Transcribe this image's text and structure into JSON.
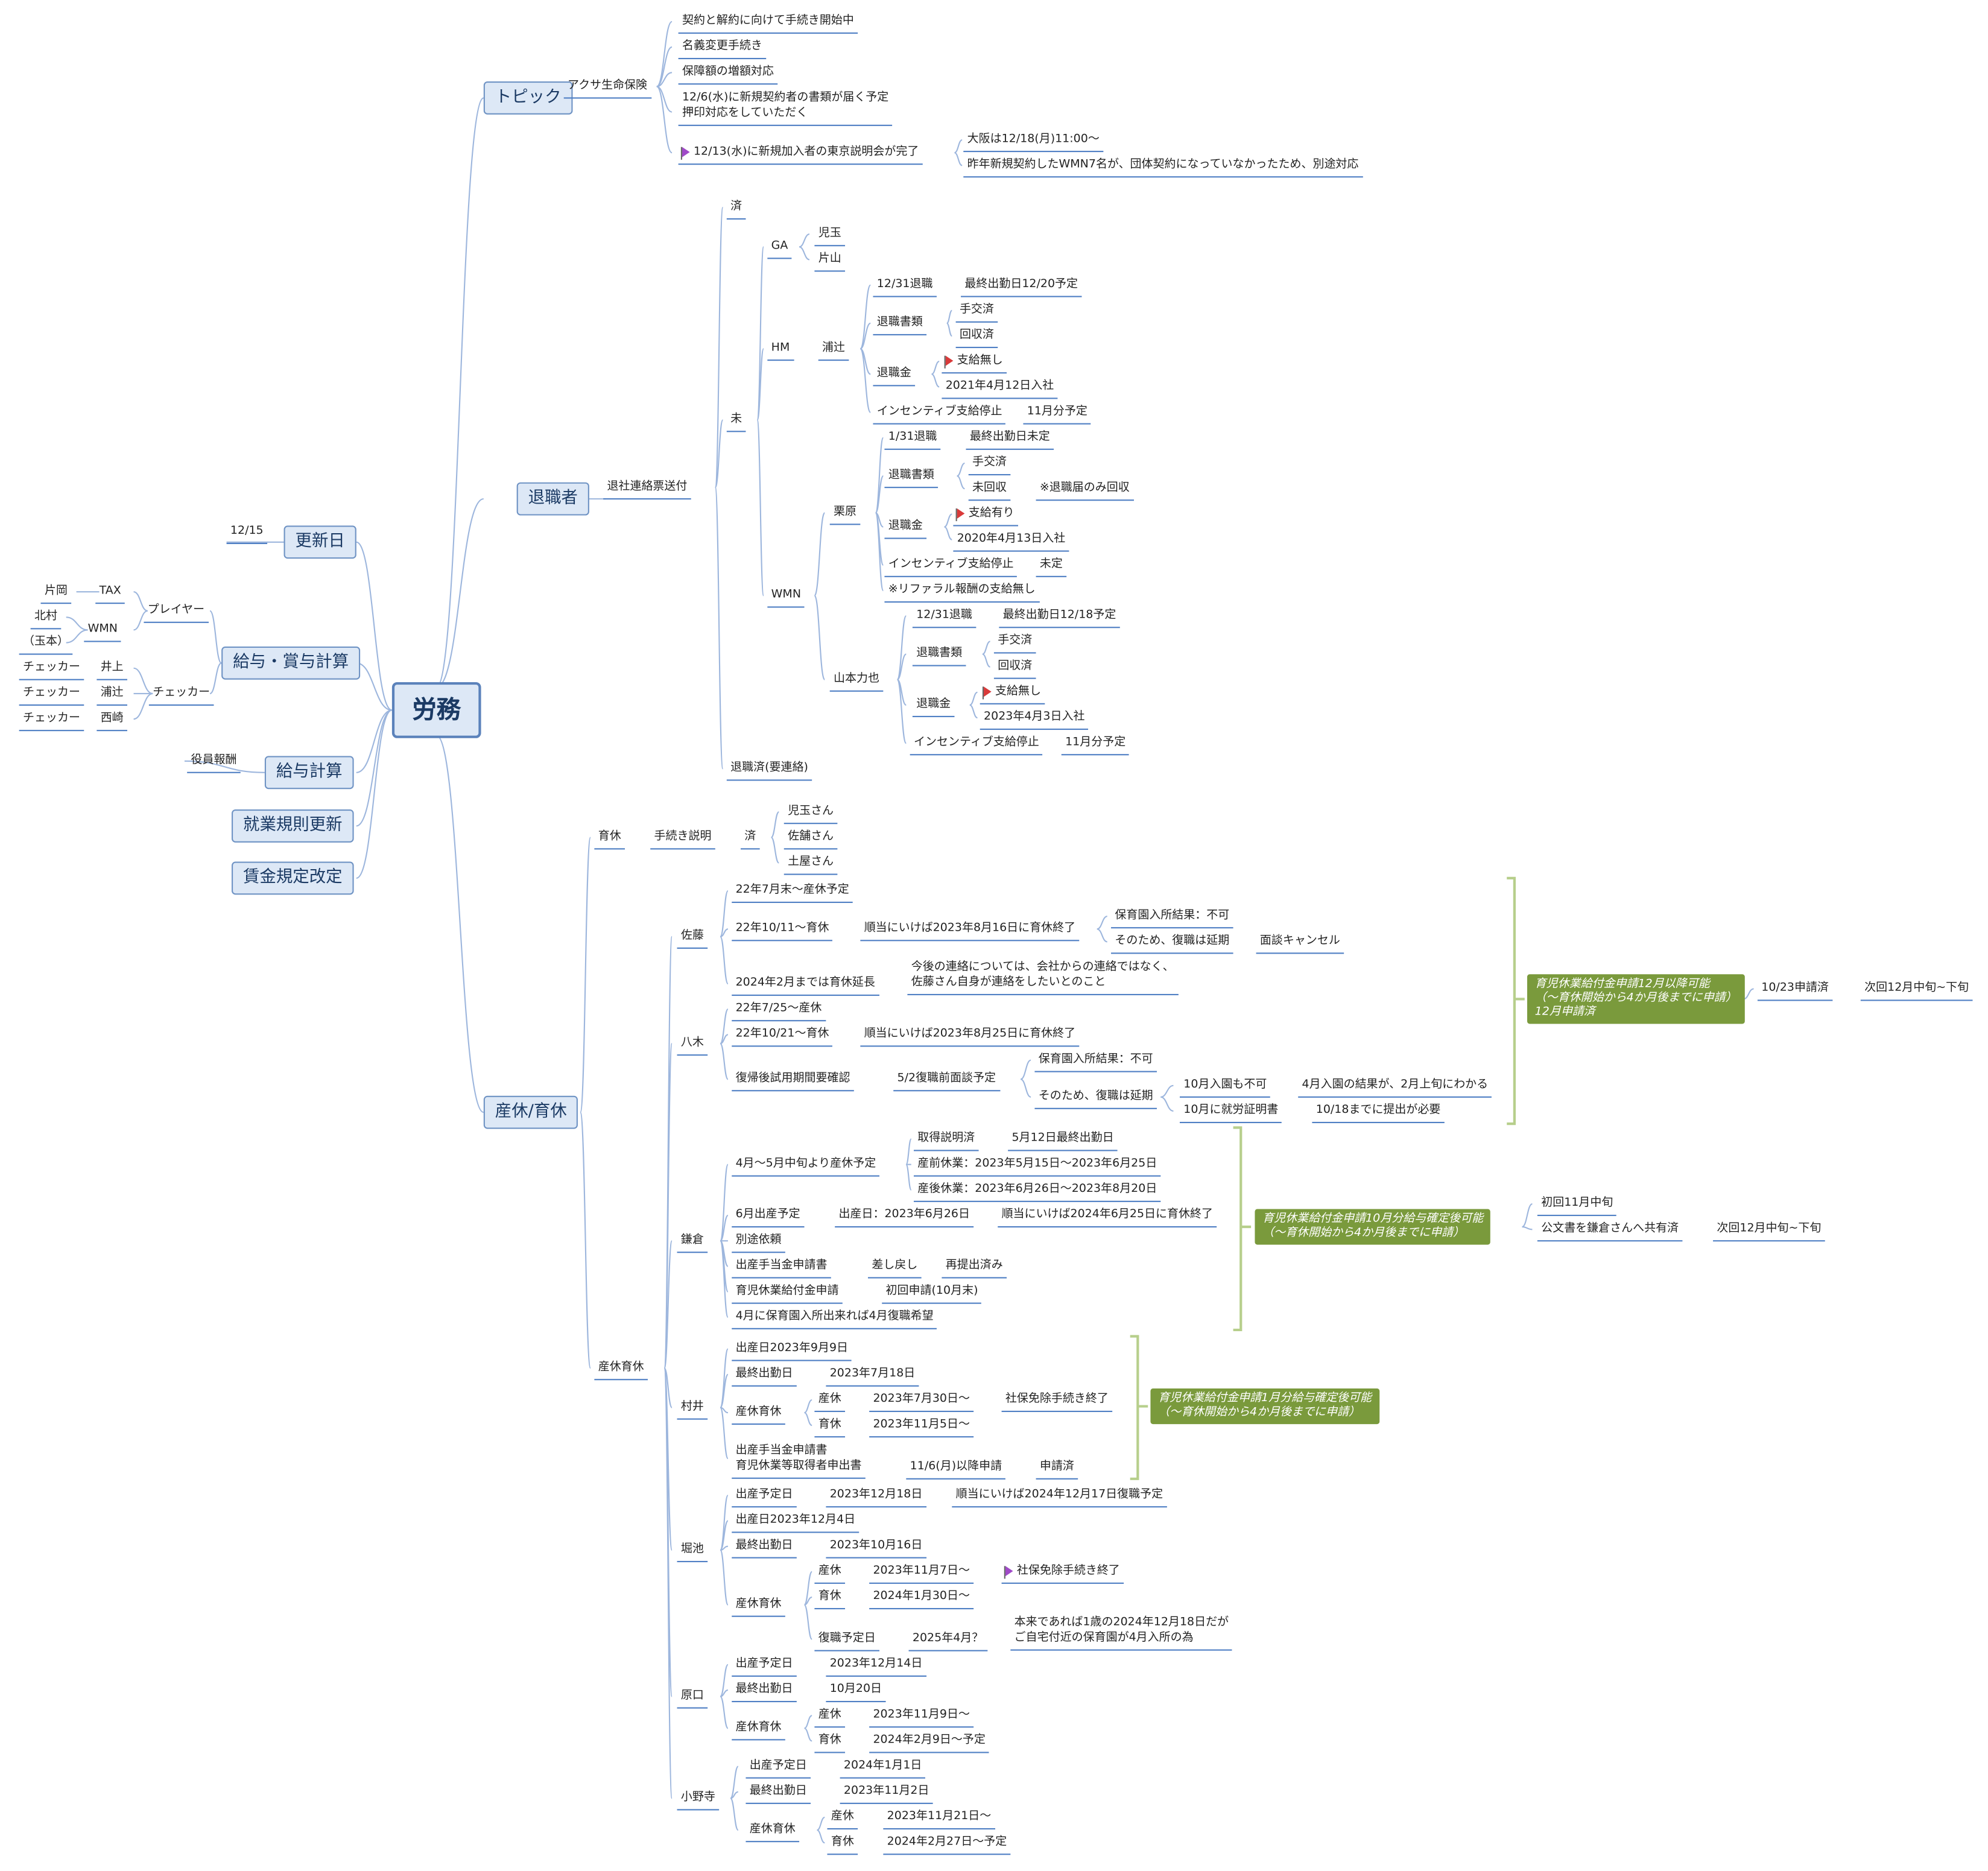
{
  "root": "労務",
  "topics": {
    "topic": "トピック",
    "taishoku": "退職者",
    "sankyu": "産休/育休",
    "koshin": "更新日",
    "kyuyo_shoyo": "給与・賞与計算",
    "kyuyo": "給与計算",
    "shugyo": "就業規則更新",
    "chingin": "賃金規定改定"
  },
  "left": {
    "koshin_date": "12/15",
    "player": "プレイヤー",
    "checker": "チェッカー",
    "tax": "TAX",
    "wmn": "WMN",
    "inoue": "井上",
    "urat": "浦辻",
    "nishizaki": "西崎",
    "kataoka": "片岡",
    "kitamura": "北村",
    "kodama_p": "（玉本）",
    "chk1": "チェッカー",
    "chk2": "チェッカー",
    "chk3": "チェッカー",
    "yakuin": "役員報酬"
  },
  "topic_branch": {
    "axa": "アクサ生命保険",
    "items": [
      "契約と解約に向けて手続き開始中",
      "名義変更手続き",
      "保障額の増額対応",
      "12/6(水)に新規契約者の書類が届く予定\n押印対応をしていただく",
      "12/13(水)に新規加入者の東京説明会が完了"
    ],
    "osaka": "大阪は12/18(月)11:00〜",
    "sakunen": "昨年新規契約したWMN7名が、団体契約になっていなかったため、別途対応"
  },
  "taishoku_branch": {
    "renraku": "退社連絡票送付",
    "zumi": "済",
    "mi": "未",
    "renrakuzumi": "退職済(要連絡)",
    "ga": "GA",
    "kodama": "児玉",
    "katayama": "片山",
    "hm": "HM",
    "urat": "浦辻",
    "u_taishoku": "12/31退職",
    "u_saishu": "最終出勤日12/20予定",
    "u_shorui": "退職書類",
    "u_tekou": "手交済",
    "u_kaishu": "回収済",
    "u_kin": "退職金",
    "u_shikyu": "支給無し",
    "u_nyusha": "2021年4月12日入社",
    "u_incentive": "インセンティブ支給停止",
    "u_nov": "11月分予定",
    "wmn": "WMN",
    "kurihara": "栗原",
    "k_taishoku": "1/31退職",
    "k_saishu": "最終出勤日未定",
    "k_shorui": "退職書類",
    "k_tekou": "手交済",
    "k_mikaishu": "未回収",
    "k_note": "※退職届のみ回収",
    "k_kin": "退職金",
    "k_shikyu": "支給有り",
    "k_nyusha": "2020年4月13日入社",
    "k_incentive": "インセンティブ支給停止",
    "k_mitei": "未定",
    "k_referral": "※リファラル報酬の支給無し",
    "yamamoto": "山本力也",
    "y_taishoku": "12/31退職",
    "y_saishu": "最終出勤日12/18予定",
    "y_shorui": "退職書類",
    "y_tekou": "手交済",
    "y_kaishu": "回収済",
    "y_kin": "退職金",
    "y_shikyu": "支給無し",
    "y_nyusha": "2023年4月3日入社",
    "y_incentive": "インセンティブ支給停止",
    "y_nov": "11月分予定"
  },
  "sankyu_branch": {
    "ikukyu": "育休",
    "tetsuzuki": "手続き説明",
    "zumi": "済",
    "kodama": "児玉さん",
    "sashika": "佐舗さん",
    "tsuchiya": "土屋さん",
    "sankyu_ikukyu": "産休育休",
    "sato": "佐藤",
    "sato_1": "22年7月末〜産休予定",
    "sato_2": "22年10/11〜育休",
    "sato_2a": "順当にいけば2023年8月16日に育休終了",
    "sato_2b": "保育園入所結果：不可",
    "sato_2c": "そのため、復職は延期",
    "sato_2d": "面談キャンセル",
    "sato_3": "2024年2月までは育休延長",
    "sato_3a": "今後の連絡については、会社からの連絡ではなく、\n佐藤さん自身が連絡をしたいとのこと",
    "yagi": "八木",
    "yagi_1": "22年7/25〜産休",
    "yagi_2": "22年10/21〜育休",
    "yagi_2a": "順当にいけば2023年8月25日に育休終了",
    "yagi_3": "復帰後試用期間要確認",
    "yagi_3a": "5/2復職前面談予定",
    "yagi_3b": "保育園入所結果：不可",
    "yagi_3c": "そのため、復職は延期",
    "yagi_3d": "10月入園も不可",
    "yagi_3e": "4月入園の結果が、2月上旬にわかる",
    "yagi_3f": "10月に就労証明書",
    "yagi_3g": "10/18までに提出が必要",
    "kamakura": "鎌倉",
    "kama_1": "4月〜5月中旬より産休予定",
    "kama_1a": "取得説明済",
    "kama_1b": "5月12日最終出勤日",
    "kama_1c": "産前休業：2023年5月15日〜2023年6月25日",
    "kama_1d": "産後休業：2023年6月26日〜2023年8月20日",
    "kama_2": "6月出産予定",
    "kama_2a": "出産日：2023年6月26日",
    "kama_2b": "順当にいけば2024年6月25日に育休終了",
    "kama_3": "別途依頼",
    "kama_4": "出産手当金申請書",
    "kama_4a": "差し戻し",
    "kama_4b": "再提出済み",
    "kama_5": "育児休業給付金申請",
    "kama_5a": "初回申請(10月末)",
    "kama_6": "4月に保育園入所出来れば4月復職希望",
    "murai": "村井",
    "murai_1": "出産日2023年9月9日",
    "murai_2": "最終出勤日",
    "murai_2a": "2023年7月18日",
    "murai_3": "産休育休",
    "murai_3a": "産休",
    "murai_3b": "2023年7月30日〜",
    "murai_3c": "社保免除手続き終了",
    "murai_3d": "育休",
    "murai_3e": "2023年11月5日〜",
    "murai_4": "出産手当金申請書\n育児休業等取得者申出書",
    "murai_4a": "11/6(月)以降申請",
    "murai_4b": "申請済",
    "horiike": "堀池",
    "hori_1": "出産予定日",
    "hori_1a": "2023年12月18日",
    "hori_1b": "順当にいけば2024年12月17日復職予定",
    "hori_2": "出産日2023年12月4日",
    "hori_3": "最終出勤日",
    "hori_3a": "2023年10月16日",
    "hori_4": "産休育休",
    "hori_4a": "産休",
    "hori_4b": "2023年11月7日〜",
    "hori_4c": "社保免除手続き終了",
    "hori_4d": "育休",
    "hori_4e": "2024年1月30日〜",
    "hori_4f": "復職予定日",
    "hori_4g": "2025年4月？",
    "hori_4h": "本来であれば1歳の2024年12月18日だが\nご自宅付近の保育園が4月入所の為",
    "haraguchi": "原口",
    "hara_1": "出産予定日",
    "hara_1a": "2023年12月14日",
    "hara_2": "最終出勤日",
    "hara_2a": "10月20日",
    "hara_3": "産休育休",
    "hara_3a": "産休",
    "hara_3b": "2023年11月9日〜",
    "hara_3c": "育休",
    "hara_3d": "2024年2月9日〜予定",
    "onodera": "小野寺",
    "ono_1": "出産予定日",
    "ono_1a": "2024年1月1日",
    "ono_2": "最終出勤日",
    "ono_2a": "2023年11月2日",
    "ono_3": "産休育休",
    "ono_3a": "産休",
    "ono_3b": "2023年11月21日〜",
    "ono_3c": "育休",
    "ono_3d": "2024年2月27日〜予定"
  },
  "summaries": {
    "s1": "育児休業給付金申請12月以降可能\n（～育休開始から4か月後までに申請）\n12月申請済",
    "s1a": "10/23申請済",
    "s1b": "次回12月中旬~下旬",
    "s2": "育児休業給付金申請10月分給与確定後可能\n（～育休開始から4か月後までに申請）",
    "s2a": "初回11月中旬",
    "s2b": "公文書を鎌倉さんへ共有済",
    "s2c": "次回12月中旬~下旬",
    "s3": "育児休業給付金申請1月分給与確定後可能\n（～育休開始から4か月後までに申請）"
  },
  "colors": {
    "line": "#9db6dd",
    "underline": "#4f7fc4",
    "box_fill": "#dde8f6",
    "summary_fill": "#7a9a3c",
    "bracket": "#b7cf8c",
    "flag_red": "#d93a3a",
    "flag_purple": "#a04ac8"
  }
}
